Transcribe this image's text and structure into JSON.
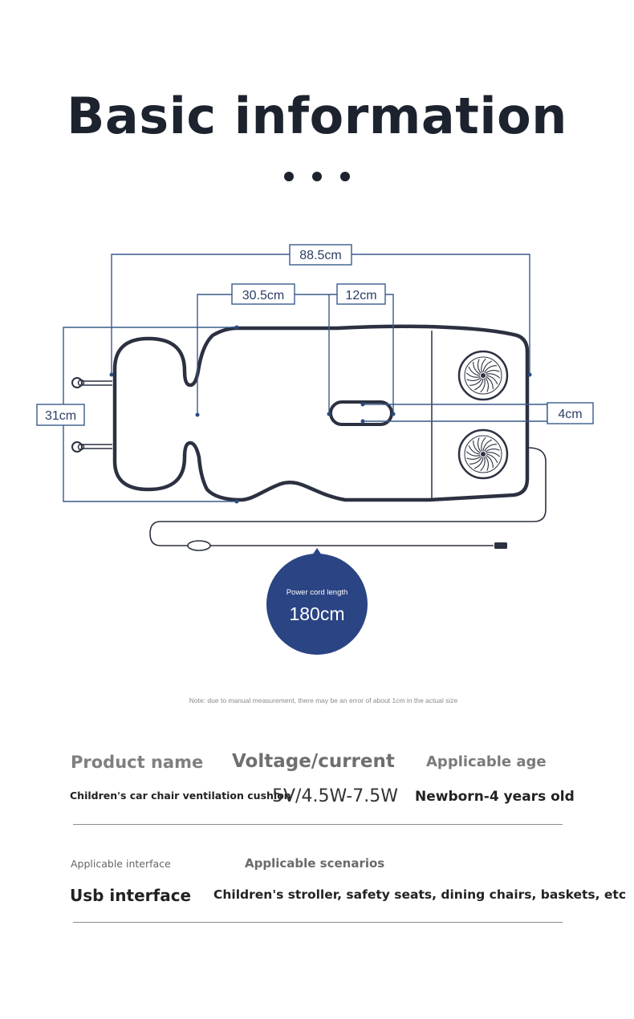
{
  "header": {
    "title": "Basic information"
  },
  "diagram": {
    "dimensions": {
      "total_length": "88.5cm",
      "head_width": "30.5cm",
      "slot_length": "12cm",
      "width": "31cm",
      "slot_height": "4cm"
    },
    "power_cord": {
      "label": "Power cord length",
      "value": "180cm"
    },
    "note": "Note: due to manual measurement, there may be an error of about 1cm in the actual size"
  },
  "specs": {
    "product_name_label": "Product name",
    "product_name_value": "Children's car chair ventilation cushion",
    "voltage_label": "Voltage/current",
    "voltage_value": "5V/4.5W-7.5W",
    "age_label": "Applicable age",
    "age_value": "Newborn-4 years old",
    "interface_label": "Applicable interface",
    "interface_value": "Usb interface",
    "scenarios_label": "Applicable scenarios",
    "scenarios_value": "Children's stroller, safety seats, dining chairs, baskets, etc"
  },
  "colors": {
    "accent": "#2a4484",
    "outline": "#2b3140",
    "dimension_line": "#3a5a8c",
    "text_dark": "#1d232e",
    "text_gray": "#7f7f7f"
  }
}
